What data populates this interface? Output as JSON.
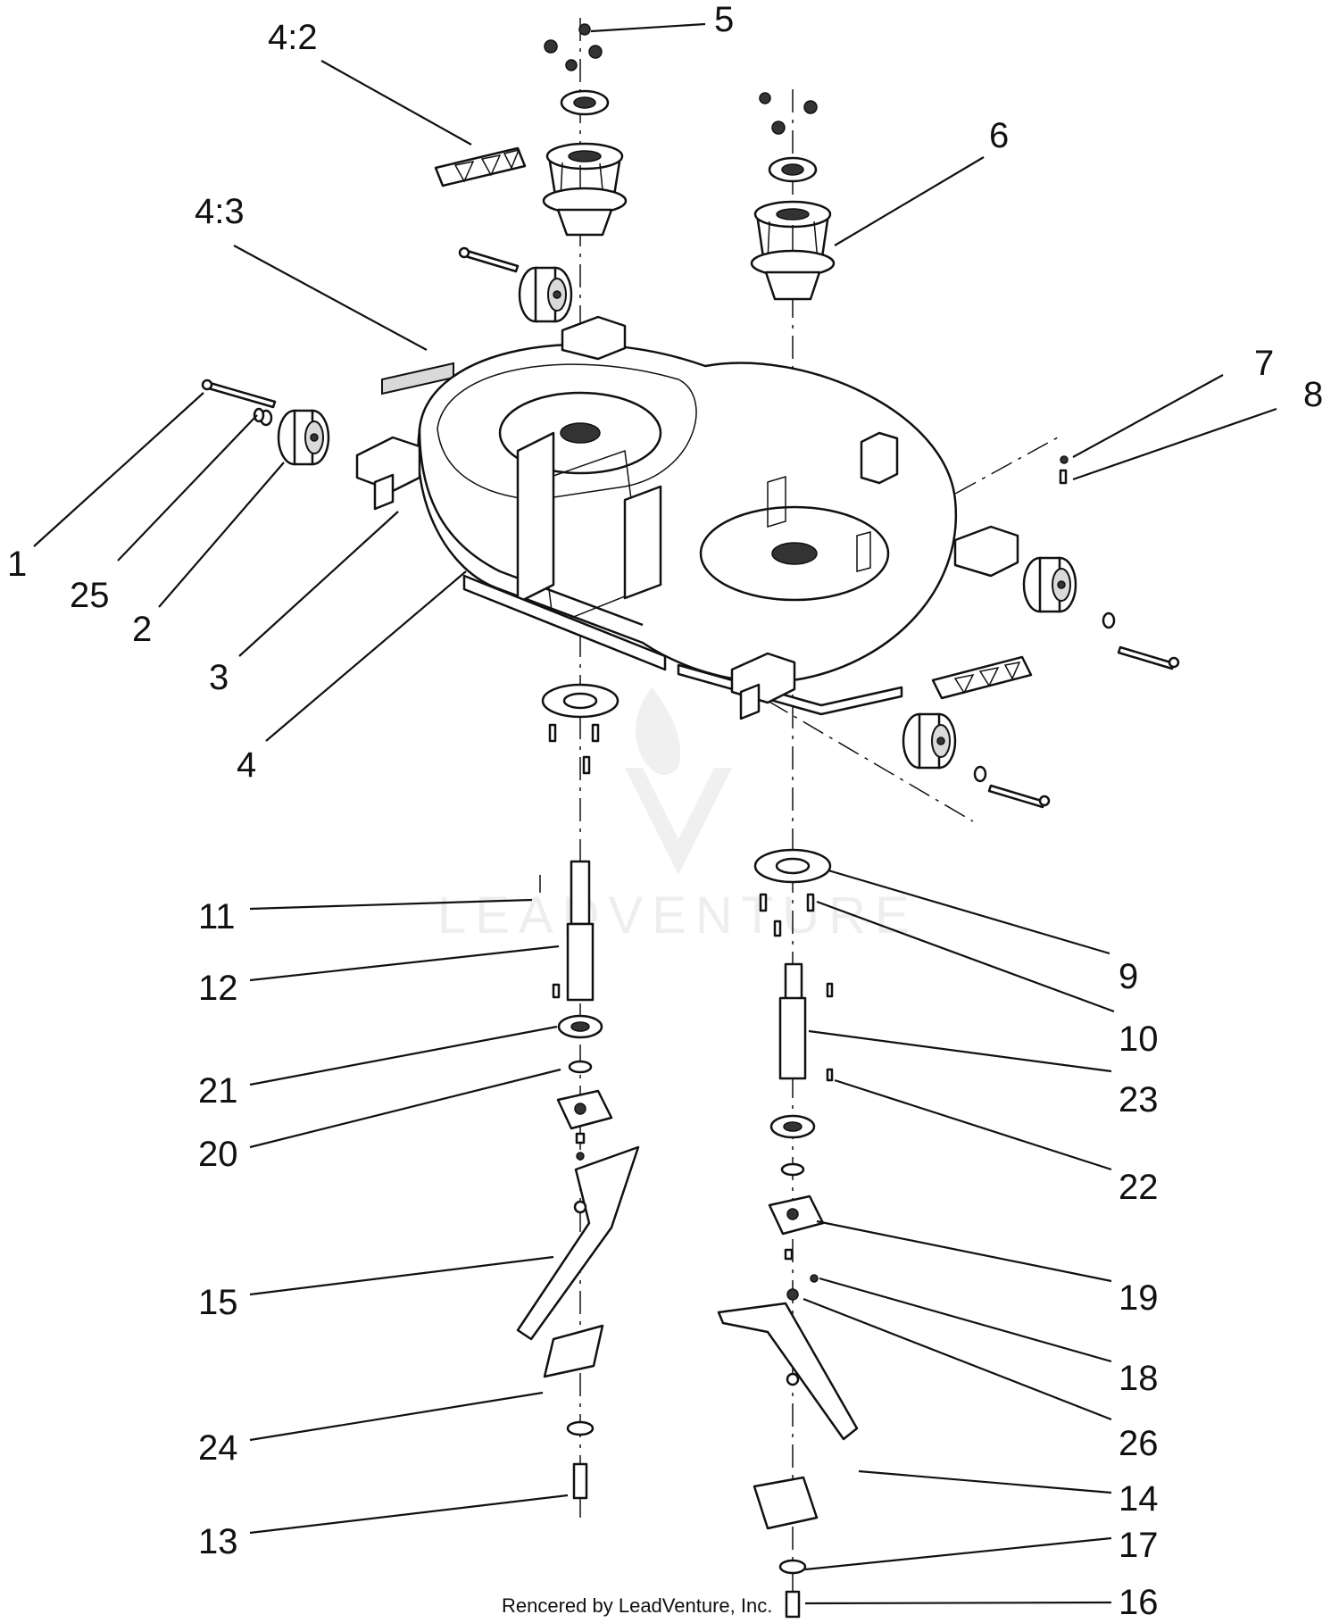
{
  "callouts": [
    {
      "id": "1",
      "label": "1"
    },
    {
      "id": "25",
      "label": "25"
    },
    {
      "id": "2",
      "label": "2"
    },
    {
      "id": "3",
      "label": "3"
    },
    {
      "id": "4",
      "label": "4"
    },
    {
      "id": "4-2",
      "label": "4:2"
    },
    {
      "id": "4-3",
      "label": "4:3"
    },
    {
      "id": "5",
      "label": "5"
    },
    {
      "id": "6",
      "label": "6"
    },
    {
      "id": "7",
      "label": "7"
    },
    {
      "id": "8",
      "label": "8"
    },
    {
      "id": "9",
      "label": "9"
    },
    {
      "id": "10",
      "label": "10"
    },
    {
      "id": "11",
      "label": "11"
    },
    {
      "id": "12",
      "label": "12"
    },
    {
      "id": "21",
      "label": "21"
    },
    {
      "id": "20",
      "label": "20"
    },
    {
      "id": "23",
      "label": "23"
    },
    {
      "id": "22",
      "label": "22"
    },
    {
      "id": "15",
      "label": "15"
    },
    {
      "id": "19",
      "label": "19"
    },
    {
      "id": "18",
      "label": "18"
    },
    {
      "id": "26",
      "label": "26"
    },
    {
      "id": "24",
      "label": "24"
    },
    {
      "id": "14",
      "label": "14"
    },
    {
      "id": "13",
      "label": "13"
    },
    {
      "id": "17",
      "label": "17"
    },
    {
      "id": "16",
      "label": "16"
    }
  ],
  "watermark": {
    "text": "LEADVENTURE"
  },
  "footer": {
    "credit": "Rencered by LeadVenture, Inc."
  }
}
